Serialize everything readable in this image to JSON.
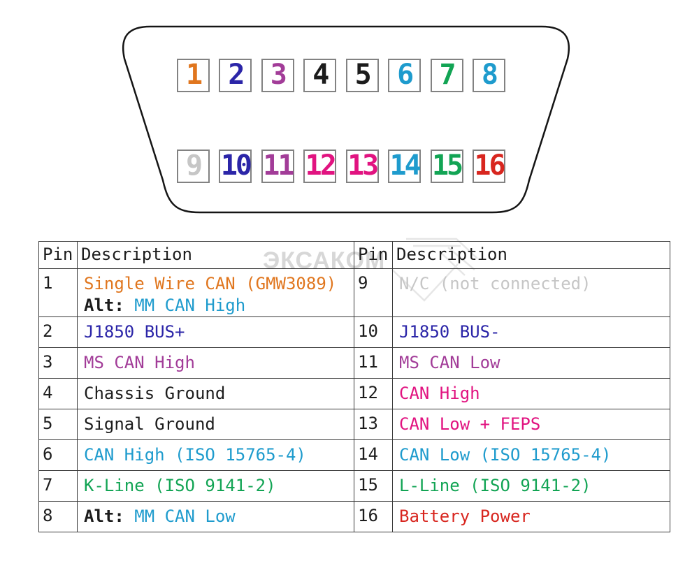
{
  "colors": {
    "orange": "#e0761e",
    "navy": "#2b25a8",
    "purple": "#a23c98",
    "black": "#1c1c1c",
    "magenta": "#e11380",
    "cyan": "#1e9bcd",
    "green": "#12a454",
    "red": "#d8261f",
    "gray": "#c6c6c6"
  },
  "connector": {
    "top_pins": [
      {
        "label": "1",
        "color": "orange"
      },
      {
        "label": "2",
        "color": "navy"
      },
      {
        "label": "3",
        "color": "purple"
      },
      {
        "label": "4",
        "color": "black"
      },
      {
        "label": "5",
        "color": "black"
      },
      {
        "label": "6",
        "color": "cyan"
      },
      {
        "label": "7",
        "color": "green"
      },
      {
        "label": "8",
        "color": "cyan"
      }
    ],
    "bottom_pins": [
      {
        "label": "9",
        "color": "gray"
      },
      {
        "label": "10",
        "color": "navy"
      },
      {
        "label": "11",
        "color": "purple"
      },
      {
        "label": "12",
        "color": "magenta"
      },
      {
        "label": "13",
        "color": "magenta"
      },
      {
        "label": "14",
        "color": "cyan"
      },
      {
        "label": "15",
        "color": "green"
      },
      {
        "label": "16",
        "color": "red"
      }
    ]
  },
  "table": {
    "headers": {
      "pin": "Pin",
      "description": "Description"
    },
    "rows": [
      {
        "left": {
          "pin": "1",
          "lines": [
            [
              {
                "text": "Single Wire CAN (GMW3089)",
                "color": "orange"
              }
            ],
            [
              {
                "text": "Alt:",
                "color": "black",
                "bold": true
              },
              {
                "text": " MM CAN High",
                "color": "cyan"
              }
            ]
          ]
        },
        "right": {
          "pin": "9",
          "lines": [
            [
              {
                "text": "N/C (not connected)",
                "color": "gray"
              }
            ]
          ]
        }
      },
      {
        "left": {
          "pin": "2",
          "lines": [
            [
              {
                "text": "J1850 BUS+",
                "color": "navy"
              }
            ]
          ]
        },
        "right": {
          "pin": "10",
          "lines": [
            [
              {
                "text": "J1850 BUS-",
                "color": "navy"
              }
            ]
          ]
        }
      },
      {
        "left": {
          "pin": "3",
          "lines": [
            [
              {
                "text": "MS CAN High",
                "color": "purple"
              }
            ]
          ]
        },
        "right": {
          "pin": "11",
          "lines": [
            [
              {
                "text": "MS CAN Low",
                "color": "purple"
              }
            ]
          ]
        }
      },
      {
        "left": {
          "pin": "4",
          "lines": [
            [
              {
                "text": "Chassis Ground",
                "color": "black"
              }
            ]
          ]
        },
        "right": {
          "pin": "12",
          "lines": [
            [
              {
                "text": "CAN High",
                "color": "magenta"
              }
            ]
          ]
        }
      },
      {
        "left": {
          "pin": "5",
          "lines": [
            [
              {
                "text": "Signal Ground",
                "color": "black"
              }
            ]
          ]
        },
        "right": {
          "pin": "13",
          "lines": [
            [
              {
                "text": "CAN Low + FEPS",
                "color": "magenta"
              }
            ]
          ]
        }
      },
      {
        "left": {
          "pin": "6",
          "lines": [
            [
              {
                "text": "CAN High (ISO 15765-4)",
                "color": "cyan"
              }
            ]
          ]
        },
        "right": {
          "pin": "14",
          "lines": [
            [
              {
                "text": "CAN Low (ISO 15765-4)",
                "color": "cyan"
              }
            ]
          ]
        }
      },
      {
        "left": {
          "pin": "7",
          "lines": [
            [
              {
                "text": "K-Line (ISO 9141-2)",
                "color": "green"
              }
            ]
          ]
        },
        "right": {
          "pin": "15",
          "lines": [
            [
              {
                "text": "L-Line (ISO 9141-2)",
                "color": "green"
              }
            ]
          ]
        }
      },
      {
        "left": {
          "pin": "8",
          "lines": [
            [
              {
                "text": "Alt:",
                "color": "black",
                "bold": true
              },
              {
                "text": " MM CAN Low",
                "color": "cyan"
              }
            ]
          ]
        },
        "right": {
          "pin": "16",
          "lines": [
            [
              {
                "text": "Battery Power",
                "color": "red"
              }
            ]
          ]
        }
      }
    ]
  },
  "watermark": {
    "text": "ЭКСАКОМ"
  }
}
